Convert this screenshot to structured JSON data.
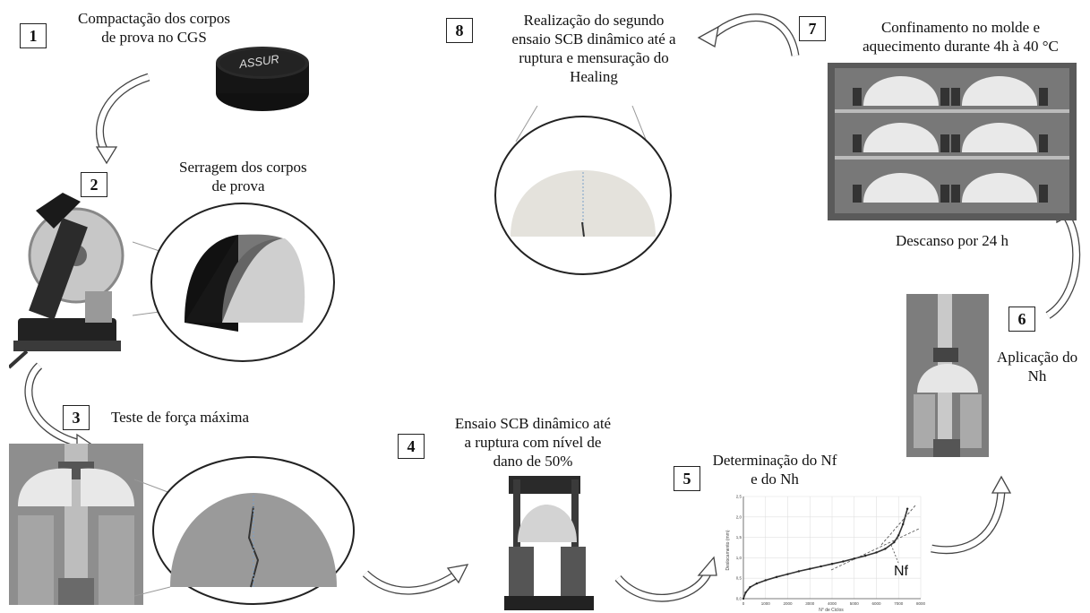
{
  "steps": [
    {
      "num": "1",
      "text_lines": [
        "Compactação dos corpos",
        "de prova no CGS"
      ]
    },
    {
      "num": "2",
      "text_lines": [
        "Serragem dos corpos",
        "de prova"
      ]
    },
    {
      "num": "3",
      "text_lines": [
        "Teste de força máxima"
      ]
    },
    {
      "num": "4",
      "text_lines": [
        "Ensaio SCB dinâmico até",
        "a ruptura com nível de",
        "dano de 50%"
      ]
    },
    {
      "num": "5",
      "text_lines": [
        "Determinação do Nf",
        "e do Nh"
      ]
    },
    {
      "num": "6",
      "text_lines": [
        "Aplicação do",
        "Nh"
      ]
    },
    {
      "num": "7",
      "text_lines": [
        "Confinamento no molde e",
        "aquecimento durante 4h à 40 °C"
      ]
    },
    {
      "num": "8",
      "text_lines": [
        "Realização do segundo",
        "ensaio SCB dinâmico até a",
        "ruptura e mensuração do",
        "Healing"
      ]
    }
  ],
  "rest_label": "Descanso por 24 h",
  "specimen_label": "ASSUR",
  "mini_chart": {
    "xlabel": "N° de Ciclos",
    "ylabel": "Deslocamento (mm)",
    "annotation": "Nf",
    "x_ticks": [
      "0",
      "1000",
      "2000",
      "3000",
      "4000",
      "5000",
      "6000",
      "7000",
      "8000"
    ],
    "y_ticks": [
      "0,0",
      "0,5",
      "1,0",
      "1,5",
      "2,0",
      "2,5"
    ]
  },
  "chart_data": {
    "type": "line",
    "xlabel": "N° de Ciclos",
    "ylabel": "Deslocamento (mm)",
    "xlim": [
      0,
      8000
    ],
    "ylim": [
      0,
      2.5
    ],
    "series": [
      {
        "x": [
          0,
          100,
          300,
          600,
          1000,
          1500,
          2000,
          2500,
          3000,
          3500,
          4000,
          4500,
          5000,
          5500,
          6000,
          6400,
          6800,
          7000,
          7200,
          7400
        ],
        "y": [
          0.0,
          0.15,
          0.28,
          0.37,
          0.45,
          0.53,
          0.6,
          0.67,
          0.73,
          0.79,
          0.85,
          0.91,
          0.98,
          1.05,
          1.13,
          1.22,
          1.38,
          1.55,
          1.82,
          2.2
        ]
      }
    ]
  }
}
